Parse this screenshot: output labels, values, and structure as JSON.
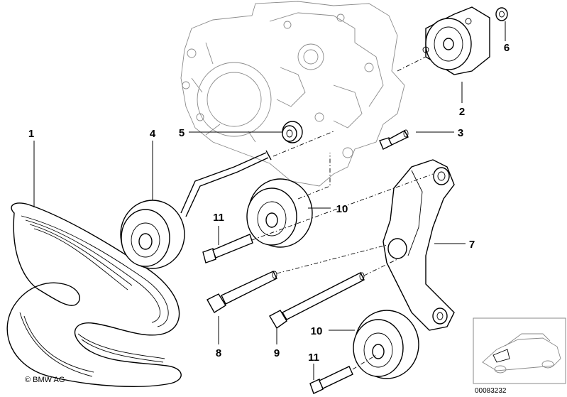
{
  "copyright": "© BMW AG",
  "document_number": "00083232",
  "callouts": [
    {
      "id": "1",
      "text": "1"
    },
    {
      "id": "2",
      "text": "2"
    },
    {
      "id": "3",
      "text": "3"
    },
    {
      "id": "4",
      "text": "4"
    },
    {
      "id": "5",
      "text": "5"
    },
    {
      "id": "6",
      "text": "6"
    },
    {
      "id": "7",
      "text": "7"
    },
    {
      "id": "8",
      "text": "8"
    },
    {
      "id": "9",
      "text": "9"
    },
    {
      "id": "10a",
      "text": "10"
    },
    {
      "id": "10b",
      "text": "10"
    },
    {
      "id": "11a",
      "text": "11"
    },
    {
      "id": "11b",
      "text": "11"
    }
  ]
}
